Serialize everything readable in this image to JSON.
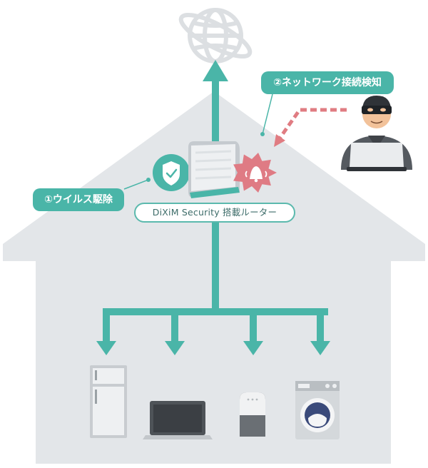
{
  "diagram": {
    "virus_removal_label": "①ウイルス駆除",
    "network_detection_label": "②ネットワーク接続検知",
    "router_label": "DiXiM Security 搭載ルーター"
  },
  "colors": {
    "house": "#e3e6e9",
    "arrow_teal": "#4ab5a8",
    "alert_pink": "#df7b84",
    "intruder_dash": "#e07c82"
  },
  "icons": [
    "globe-icon",
    "shield-check-icon",
    "alarm-bell-icon",
    "router-icon",
    "refrigerator-icon",
    "laptop-icon",
    "smart-speaker-icon",
    "washing-machine-icon",
    "hacker-icon"
  ]
}
